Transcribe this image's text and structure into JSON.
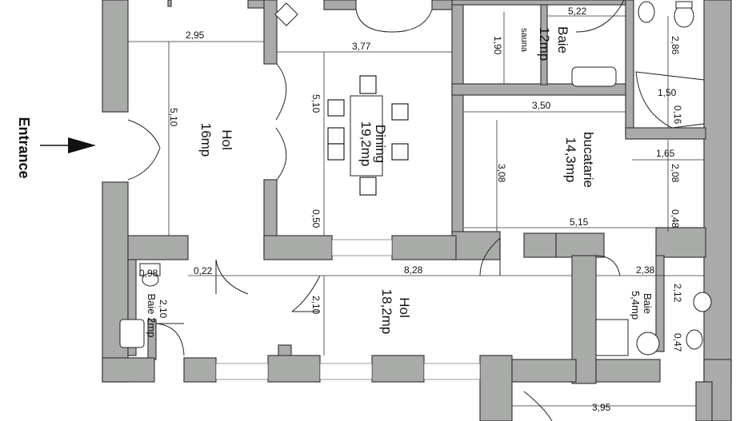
{
  "entrance": "Entrance",
  "rooms": {
    "hol1": {
      "name": "Hol",
      "area": "16mp",
      "dim_w": "2,95",
      "dim_h": "5,10"
    },
    "dining": {
      "name": "Dining",
      "area": "19,2mp",
      "dim_w": "3,77",
      "dim_h": "5,10",
      "dim_small": "0,50"
    },
    "sauna": {
      "name": "sauna",
      "dim": "1,90"
    },
    "baie_top": {
      "name": "Baie",
      "area": "12mp",
      "dim_w": "5,22",
      "dim_h": "2,86",
      "dim_b1": "1,50",
      "dim_b2": "0,16"
    },
    "bucatarie": {
      "name": "bucatarie",
      "area": "14,3mp",
      "dim_w": "3,50",
      "dim_h": "3,08",
      "dim_a": "1,65",
      "dim_b": "2,08",
      "dim_c": "5,15",
      "dim_d": "0,48"
    },
    "hol2": {
      "name": "Hol",
      "area": "18,2mp",
      "dim_w": "8,28",
      "dim_h": "2,10"
    },
    "baie_small": {
      "name": "Baie 2mp",
      "dim_a": "0,98",
      "dim_b": "2,10",
      "dim_c": "0,22"
    },
    "baie_right": {
      "name": "Baie",
      "area": "5,4mp",
      "dim_a": "2,38",
      "dim_b": "2,12",
      "dim_c": "0,47"
    },
    "bottom": {
      "dim": "3,95"
    }
  }
}
